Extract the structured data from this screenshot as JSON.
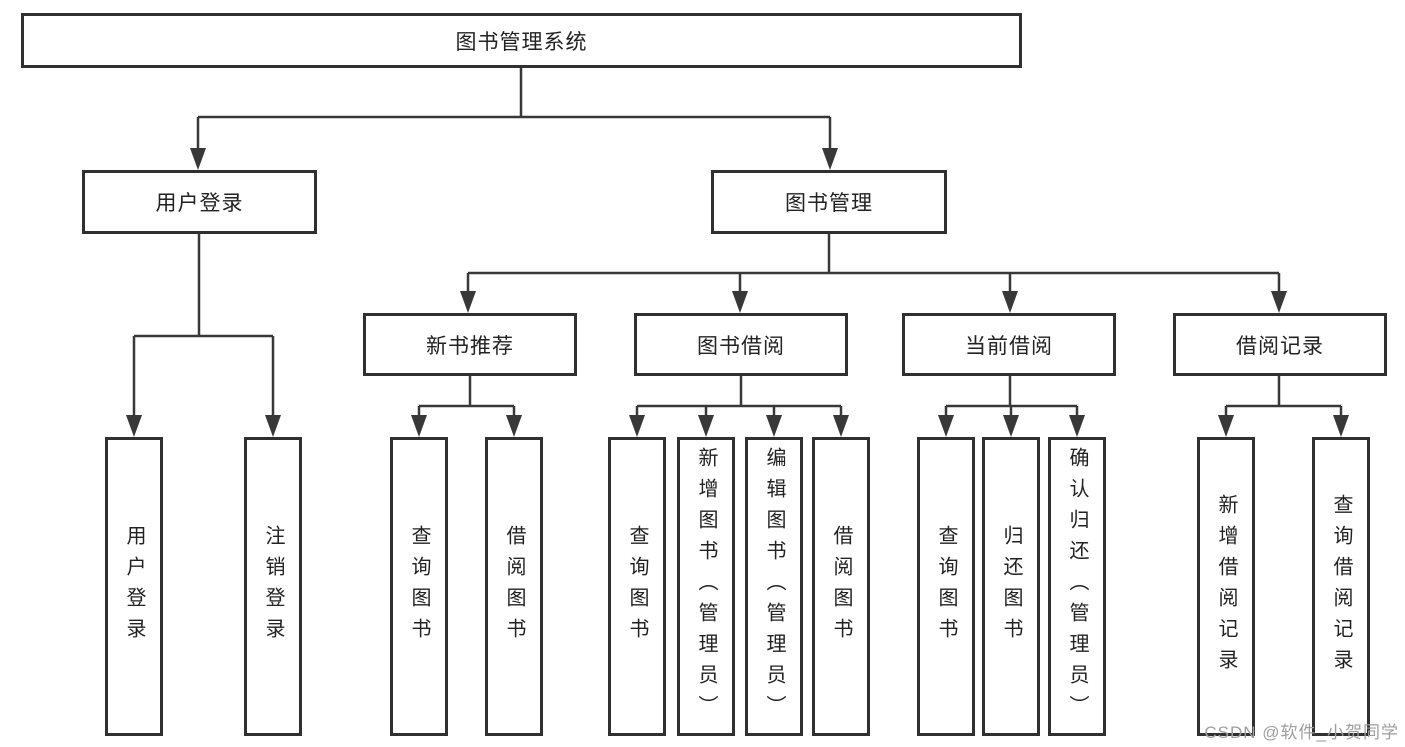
{
  "diagram": {
    "root": "图书管理系统",
    "user_login": {
      "label": "用户登录",
      "children": [
        "用户登录",
        "注销登录"
      ]
    },
    "book_mgmt": {
      "label": "图书管理",
      "sections": [
        {
          "label": "新书推荐",
          "children": [
            "查询图书",
            "借阅图书"
          ]
        },
        {
          "label": "图书借阅",
          "children": [
            "查询图书",
            "新增图书（管理员）",
            "编辑图书（管理员）",
            "借阅图书"
          ]
        },
        {
          "label": "当前借阅",
          "children": [
            "查询图书",
            "归还图书",
            "确认归还（管理员）"
          ]
        },
        {
          "label": "借阅记录",
          "children": [
            "新增借阅记录",
            "查询借阅记录"
          ]
        }
      ]
    },
    "watermark": "CSDN @软件_小贺同学",
    "colors": {
      "line": "#383838",
      "border": "#303030",
      "text": "#222222",
      "watermark": "#9e9e9e"
    }
  }
}
